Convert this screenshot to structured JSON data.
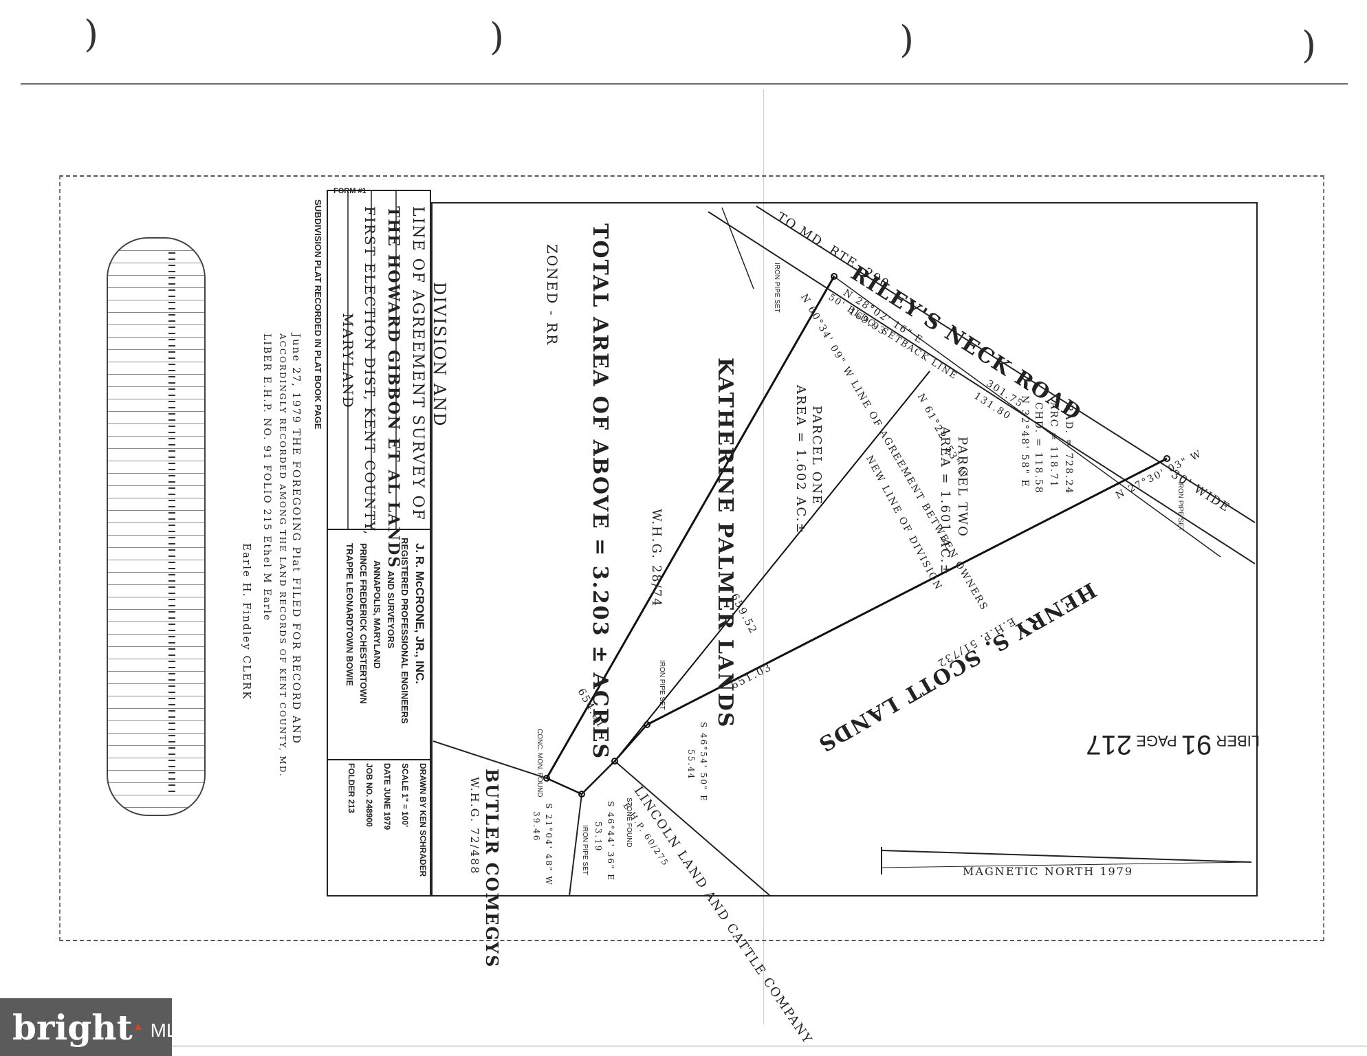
{
  "header": {
    "form": "FORM #1",
    "liber": "LIBER",
    "liber_number": "91",
    "page_label": "PAGE",
    "page_number": "217"
  },
  "title_block": {
    "line1": "DIVISION AND",
    "line2": "LINE OF AGREEMENT SURVEY OF",
    "line3": "THE HOWARD GIBBON ET AL LANDS",
    "line4": "FIRST ELECTION DIST, KENT COUNTY,",
    "line5": "MARYLAND"
  },
  "firm": {
    "name": "J. R. McCRONE, JR., INC.",
    "line2": "REGISTERED PROFESSIONAL ENGINEERS",
    "line3": "AND SURVEYORS",
    "line4": "ANNAPOLIS, MARYLAND",
    "line5": "PRINCE FREDERICK   CHESTERTOWN",
    "line6": "TRAPPE   LEONARDTOWN   BOWIE"
  },
  "info": {
    "drawn_by": "DRAWN BY KEN SCHRADER",
    "scale": "SCALE 1\" = 100'",
    "date": "DATE JUNE 1979",
    "job_no": "JOB NO. 248900",
    "folder": "FOLDER 213"
  },
  "recording": {
    "line1": "SUBDIVISION PLAT RECORDED IN PLAT BOOK        PAGE",
    "line2": "June 27, 1979  THE FOREGOING  Plat  FILED FOR RECORD AND",
    "line3": "ACCORDINGLY RECORDED AMONG THE LAND RECORDS OF KENT COUNTY, MD.",
    "line4": "LIBER  E.H.P.  NO. 91  FOLIO 215  Ethel M Earle",
    "line5": "Earle H. Findley  CLERK"
  },
  "plat": {
    "total_area": "TOTAL AREA OF ABOVE = 3.203 ± ACRES",
    "zoned": "ZONED - RR",
    "road": "RILEY'S NECK ROAD",
    "to_road": "TO MD. RTE. 290",
    "road_width": "30' WIDE",
    "setback": "50' BLDG. SETBACK LINE",
    "parcel_one": "PARCEL ONE",
    "parcel_one_area": "AREA = 1.602 AC.±",
    "parcel_two": "PARCEL TWO",
    "parcel_two_area": "AREA = 1.601 AC.±",
    "palmer": "KATHERINE PALMER LANDS",
    "palmer_ref": "W.H.G. 28/74",
    "scott": "HENRY S. SCOTT LANDS",
    "scott_ref": "E.H.P. 51/732",
    "butler": "BUTLER COMEGYS",
    "butler_ref": "W.H.G. 72/488",
    "lincoln": "LINCOLN LAND AND CATTLE COMPANY",
    "lincoln_ref": "E.H.P. 60/275",
    "agreement_line": "N 60°34' 09\" W  LINE OF AGREEMENT BETWEEN OWNERS",
    "new_line": "NEW LINE OF DIVISION",
    "new_line_bearing": "N 61°22' 53\" W",
    "east_line": "N 27°30' 03\" W",
    "east_dist": "651.03",
    "north_bearing": "N 28°02' 16\" E",
    "north_dist": "169.93",
    "arc_dist": "301.75",
    "chord_131": "131.80",
    "radius": "RAD. = 728.24",
    "arc": "ARC = 118.71",
    "chord": "CHD. = 118.58",
    "chord_bearing": "N 32°48' 58\" E",
    "palmer_dist": "654.91",
    "division_dist": "659.52",
    "s21": "S 21°04' 48\" W",
    "s21_dist": "39.46",
    "s46_top": "S 46°54' 50\" E",
    "s46_top_dist": "55.44",
    "s46_bottom": "S 46°44' 36\" E",
    "s46_bottom_dist": "53.19",
    "iron_pipe_set": "IRON PIPE SET",
    "conc_mon_found": "CONC. MON. FOUND",
    "stone_found": "STONE FOUND",
    "magnetic_north": "MAGNETIC NORTH 1979"
  },
  "brand": {
    "name": "bright",
    "suffix": "MLS"
  }
}
